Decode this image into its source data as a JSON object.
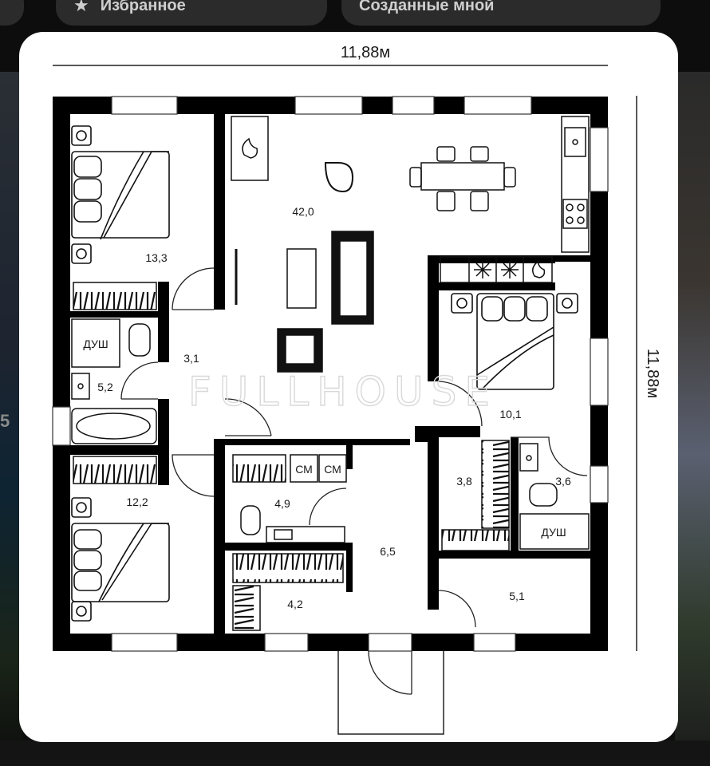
{
  "header": {
    "pills": [
      {
        "label": ""
      },
      {
        "label": "Избранное",
        "icon": "star-icon"
      },
      {
        "label": "Созданные мной"
      }
    ]
  },
  "background": {
    "edge_number": "5"
  },
  "plan": {
    "width_label": "11,88м",
    "height_label": "11,88м",
    "watermark": "FULLHOUSE",
    "rooms": [
      {
        "name": "room-living",
        "area": "42,0"
      },
      {
        "name": "room-bedroom-top-left",
        "area": "13,3"
      },
      {
        "name": "room-hall-left",
        "area": "3,1"
      },
      {
        "name": "room-bathroom-left",
        "area": "5,2",
        "shower_label": "ДУШ"
      },
      {
        "name": "room-bedroom-bottom-left",
        "area": "12,2"
      },
      {
        "name": "room-laundry",
        "area": "4,9",
        "appliance_labels": [
          "СМ",
          "СМ"
        ]
      },
      {
        "name": "room-storage",
        "area": "4,2"
      },
      {
        "name": "room-corridor",
        "area": "6,5"
      },
      {
        "name": "room-bedroom-right",
        "area": "10,1"
      },
      {
        "name": "room-wardrobe-right",
        "area": "3,8"
      },
      {
        "name": "room-bathroom-right",
        "area": "3,6",
        "shower_label": "ДУШ"
      },
      {
        "name": "room-vestibule",
        "area": "5,1"
      }
    ]
  },
  "colors": {
    "wall": "#000000",
    "card": "#ffffff",
    "pill": "#2b2b2b",
    "text": "#1a1a1a"
  }
}
